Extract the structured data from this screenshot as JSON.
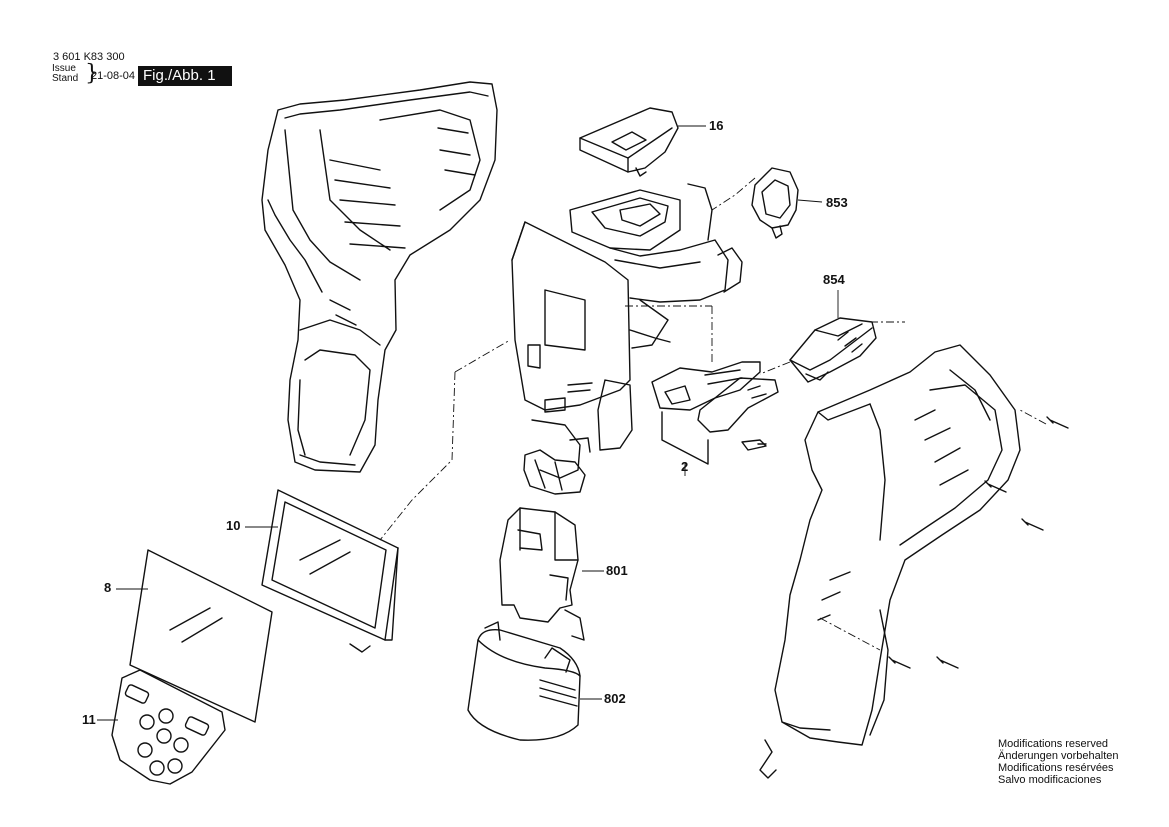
{
  "header": {
    "doc_number": "3 601 K83 300",
    "issue_label": "Issue",
    "stand_label": "Stand",
    "issue_date": "21-08-04",
    "figure_label": "Fig./Abb. 1"
  },
  "callouts": {
    "p16": "16",
    "p853": "853",
    "p854": "854",
    "p2": "2",
    "p10": "10",
    "p8": "8",
    "p801": "801",
    "p802": "802",
    "p11": "11"
  },
  "notice": [
    "Modifications reserved",
    "Änderungen vorbehalten",
    "Modifications resérvées",
    "Salvo modificaciones"
  ]
}
